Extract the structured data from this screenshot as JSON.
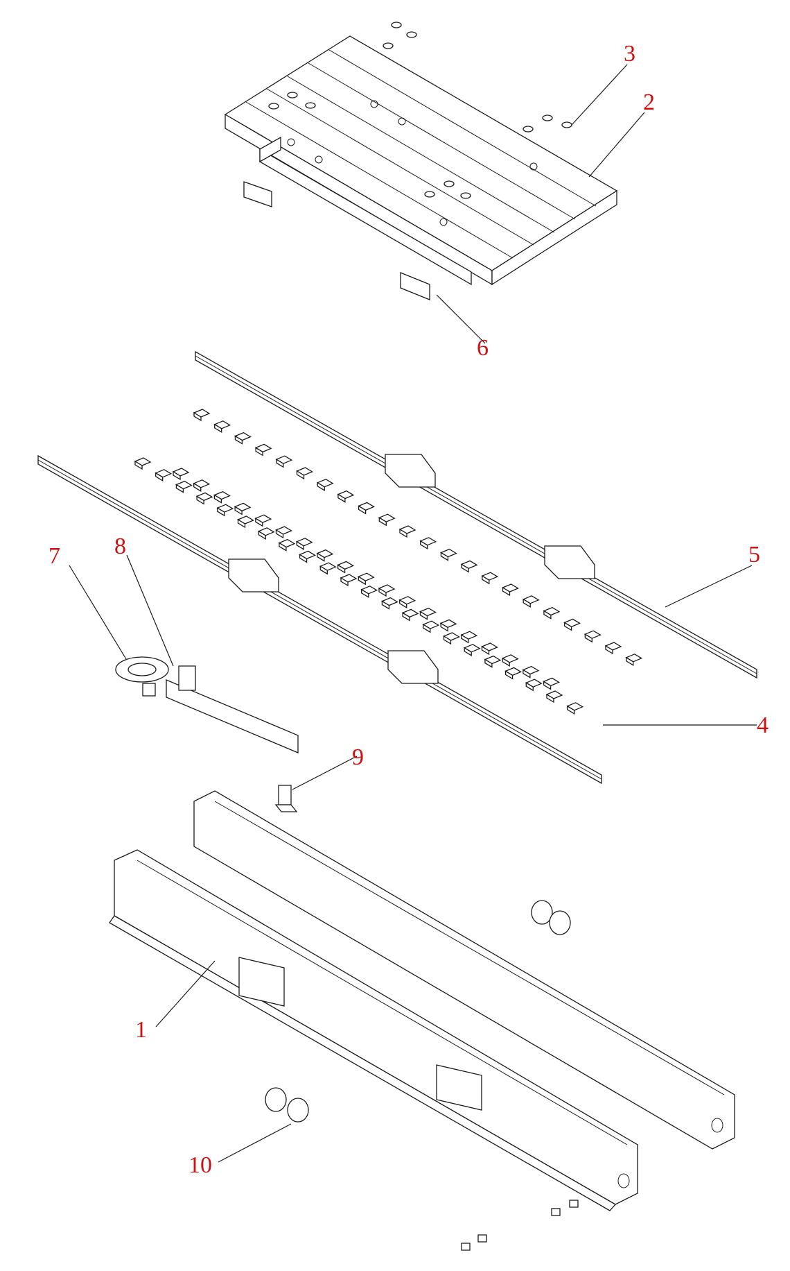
{
  "diagram": {
    "callouts": [
      {
        "id": "c1",
        "label": "1"
      },
      {
        "id": "c2",
        "label": "2"
      },
      {
        "id": "c3",
        "label": "3"
      },
      {
        "id": "c4",
        "label": "4"
      },
      {
        "id": "c5",
        "label": "5"
      },
      {
        "id": "c6",
        "label": "6"
      },
      {
        "id": "c7",
        "label": "7"
      },
      {
        "id": "c8",
        "label": "8"
      },
      {
        "id": "c9",
        "label": "9"
      },
      {
        "id": "c10",
        "label": "10"
      }
    ],
    "callout_color": "#cc1111",
    "line_color": "#1a1a1a",
    "background": "#ffffff"
  }
}
